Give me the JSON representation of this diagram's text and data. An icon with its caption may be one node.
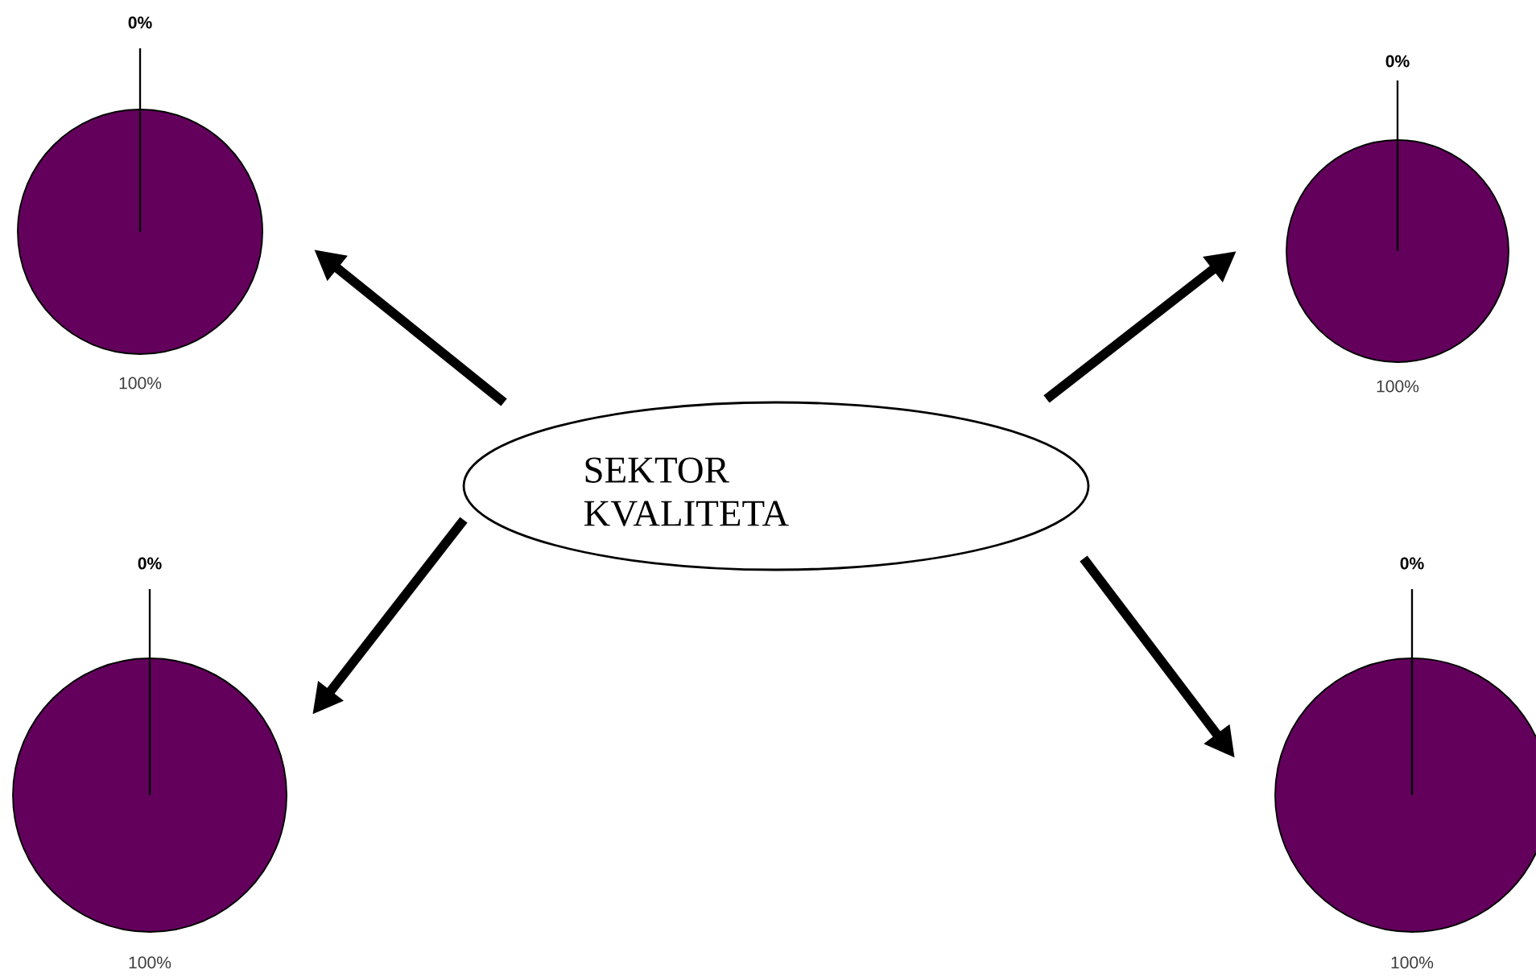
{
  "diagram": {
    "nodes": [
      {
        "text": [
          "SEKTOR KVALITETA"
        ]
      },
      {
        "text": [],
        "shape": "circle",
        "beside": [
          "0%",
          "100%"
        ]
      },
      {
        "text": [],
        "shape": "circle",
        "beside": [
          "0%",
          "100%"
        ]
      },
      {
        "text": [],
        "shape": "circle",
        "beside": [
          "0%",
          "100%"
        ]
      },
      {
        "text": [],
        "shape": "circle",
        "beside": [
          "0%",
          "100%"
        ]
      }
    ],
    "edges": [
      {
        "from": 0,
        "to": 1,
        "arrow": "to"
      },
      {
        "from": 0,
        "to": 2,
        "arrow": "to"
      },
      {
        "from": 0,
        "to": 3,
        "arrow": "to"
      },
      {
        "from": 0,
        "to": 4,
        "arrow": "to"
      }
    ]
  }
}
